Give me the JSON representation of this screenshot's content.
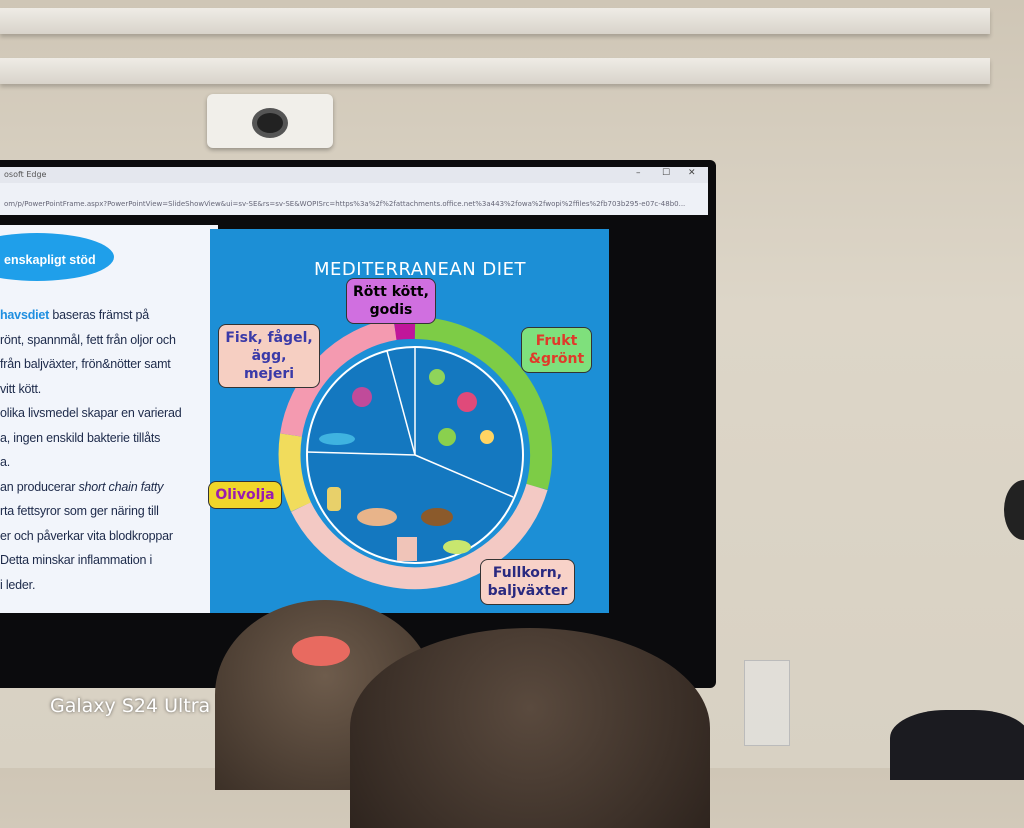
{
  "browser": {
    "title": "osoft Edge",
    "url": "om/p/PowerPointFrame.aspx?PowerPointView=SlideShowView&ui=sv-SE&rs=sv-SE&WOPISrc=https%3a%2f%2fattachments.office.net%3a443%2fowa%2fwopi%2ffiles%2fb703b295-e07c-48b0..."
  },
  "left_panel": {
    "pill": "enskapligt stöd",
    "highlight": "havsdiet",
    "lines": [
      " baseras främst på",
      "rönt, spannmål, fett från oljor och",
      "från baljväxter, frön&nötter samt",
      " vitt kött.",
      "olika livsmedel skapar en varierad",
      "a, ingen enskild bakterie tillåts",
      "a."
    ],
    "line_sc_prefix": "an producerar ",
    "line_sc_italic": "short chain fatty",
    "lines2": [
      "rta fettsyror som ger näring till",
      "er och påverkar vita blodkroppar",
      "Detta minskar inflammation i",
      " i leder."
    ]
  },
  "slide": {
    "title": "MEDITERRANEAN DIET",
    "labels": {
      "red_meat": "Rött kött, godis",
      "fish": "Fisk, fågel, ägg, mejeri",
      "fruit": "Frukt &grönt",
      "oil": "Olivolja",
      "grain": "Fullkorn, baljväxter"
    },
    "colors": {
      "bg": "#1c8fd6",
      "red_meat": "#c0169a",
      "fish": "#f49ab0",
      "fruit": "#7dcc46",
      "oil": "#f1dc5c",
      "grain": "#f3c9c4"
    }
  },
  "watermark": "Galaxy S24 Ultra"
}
